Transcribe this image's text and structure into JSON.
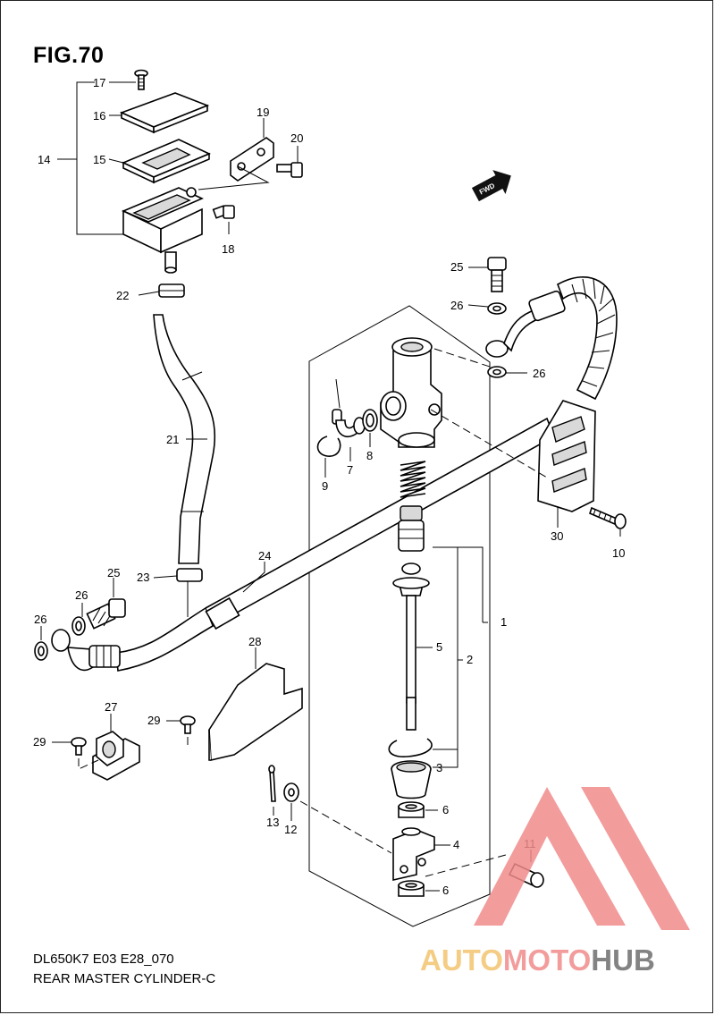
{
  "figure": {
    "title": "FIG.70",
    "diagram_code": "DL650K7 E03 E28_070",
    "diagram_name": "REAR MASTER CYLINDER-C"
  },
  "direction_badge": {
    "label": "FWD",
    "icon": "forward-arrow-icon"
  },
  "callouts": {
    "c1": "1",
    "c2": "2",
    "c3": "3",
    "c4": "4",
    "c5": "5",
    "c6a": "6",
    "c6b": "6",
    "c7": "7",
    "c8": "8",
    "c9": "9",
    "c10": "10",
    "c11": "11",
    "c12": "12",
    "c13": "13",
    "c14": "14",
    "c15": "15",
    "c16": "16",
    "c17": "17",
    "c18": "18",
    "c19": "19",
    "c20": "20",
    "c21": "21",
    "c22": "22",
    "c23": "23",
    "c24": "24",
    "c25a": "25",
    "c25b": "25",
    "c26a": "26",
    "c26b": "26",
    "c26c": "26",
    "c26d": "26",
    "c27": "27",
    "c28": "28",
    "c29a": "29",
    "c29b": "29",
    "c30": "30"
  },
  "watermark": {
    "logo": "triangle-logo-icon",
    "text_part1": "AUTO",
    "text_part2": "MOTO",
    "text_part3": "HUB",
    "colors": {
      "part1": "#f3c46e",
      "part2": "#f08b8b",
      "part3": "#6e6e6e",
      "triangle": "#f08b8b"
    }
  }
}
